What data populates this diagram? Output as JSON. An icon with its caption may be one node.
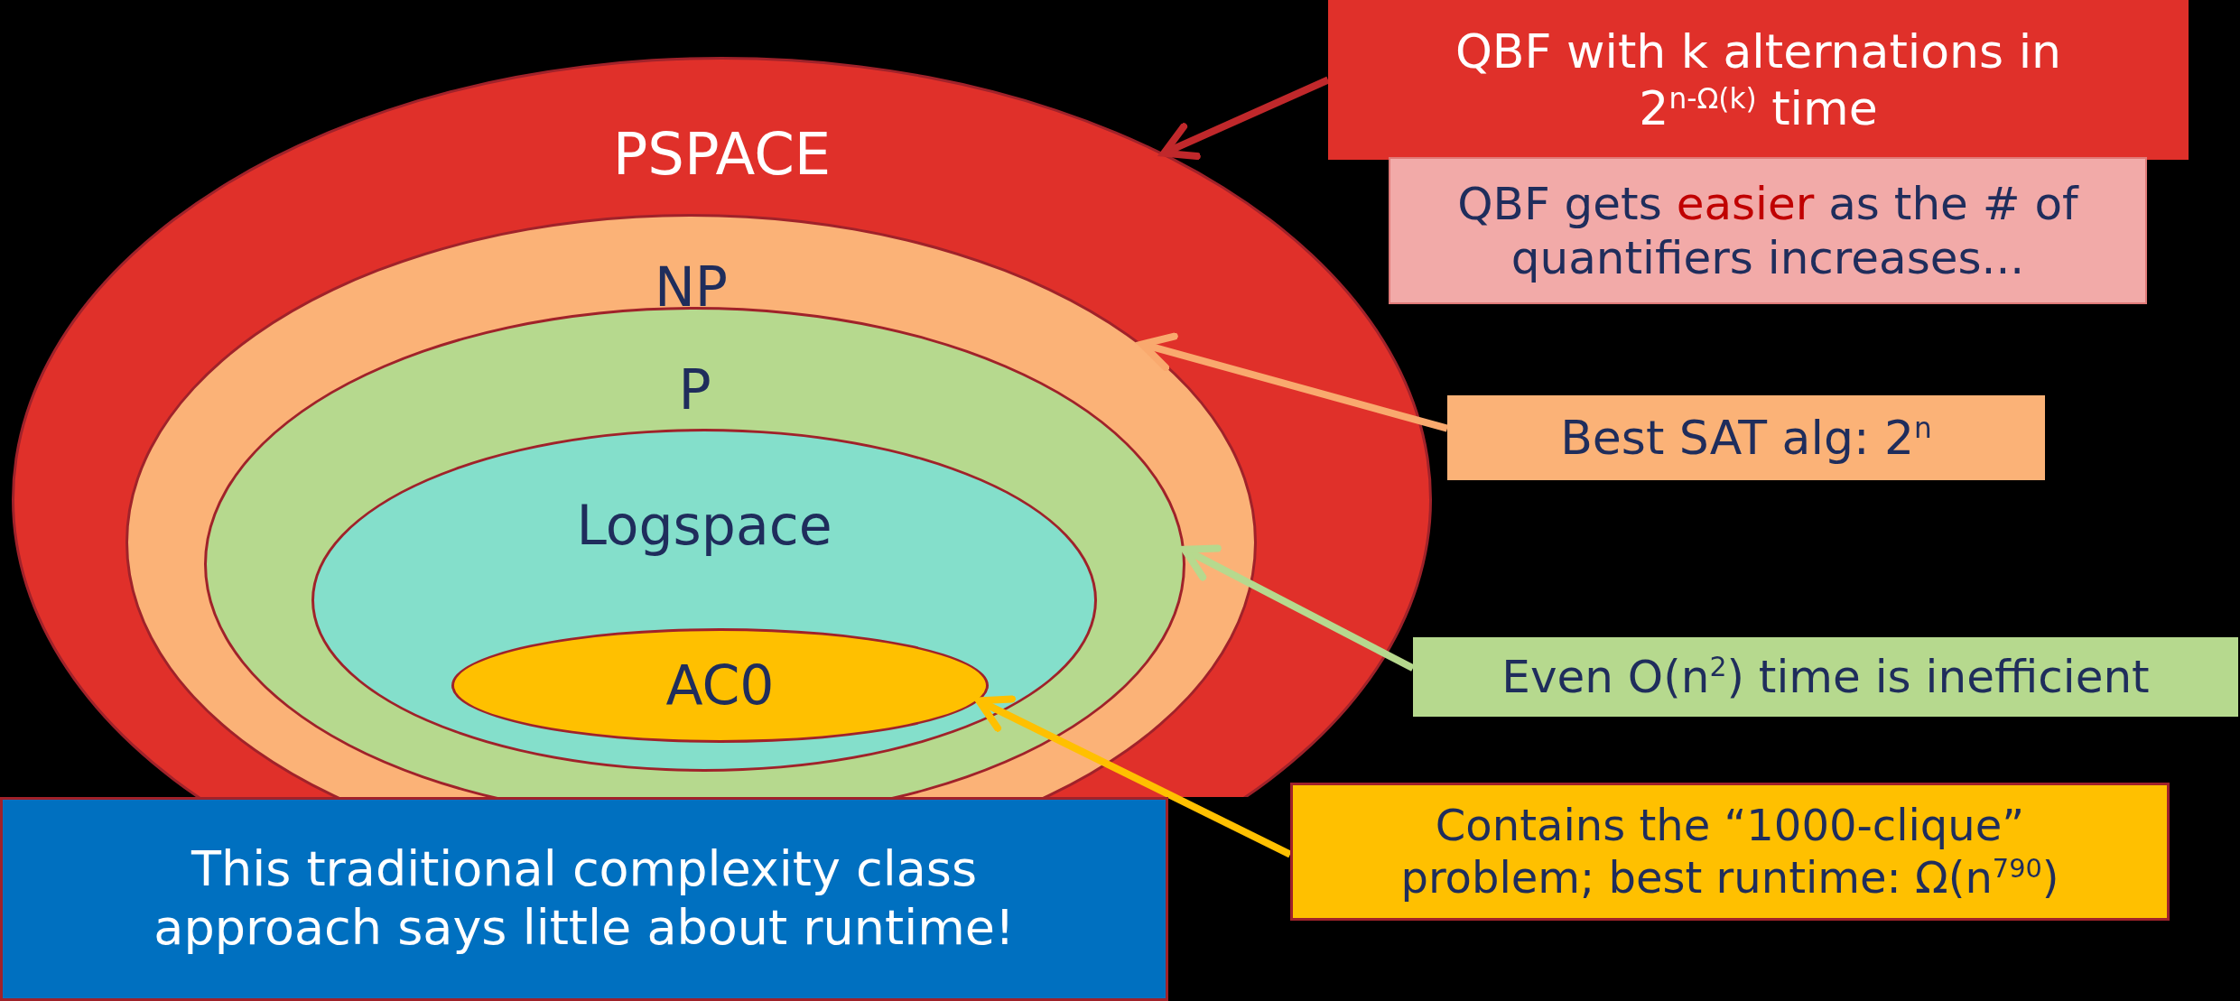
{
  "diagram": {
    "nodes": [
      {
        "text": [
          "PSPACE"
        ]
      },
      {
        "text": [
          "NP"
        ],
        "in": 0
      },
      {
        "text": [
          "P"
        ],
        "in": 1
      },
      {
        "text": [
          "Logspace"
        ],
        "in": 2
      },
      {
        "text": [
          "AC0"
        ],
        "in": 3
      },
      {
        "text": [
          "QBF with k alternations in 2$^{n-Ω(k)}$ time"
        ]
      },
      {
        "text": [
          "QBF gets *easier* as the # of quantifiers increases..."
        ]
      },
      {
        "text": [
          "Best SAT alg: 2$^{n}$"
        ]
      },
      {
        "text": [
          "Even O(n$^{2}$) time is inefficient"
        ]
      },
      {
        "text": [
          "Contains the “1000-clique” problem; best runtime: Ω(n$^{790}$)"
        ]
      },
      {
        "text": [
          "This traditional complexity class approach says little about runtime!"
        ]
      }
    ],
    "edges": [
      {
        "from": 5,
        "to": 0,
        "arrow": "to",
        "color": "#c0282b"
      },
      {
        "from": 7,
        "to": 1,
        "arrow": "to",
        "color": "#f9a96e"
      },
      {
        "from": 8,
        "to": 2,
        "arrow": "to",
        "color": "#b6d98e"
      },
      {
        "from": 9,
        "to": 4,
        "arrow": "to",
        "color": "#ffc000"
      }
    ]
  }
}
